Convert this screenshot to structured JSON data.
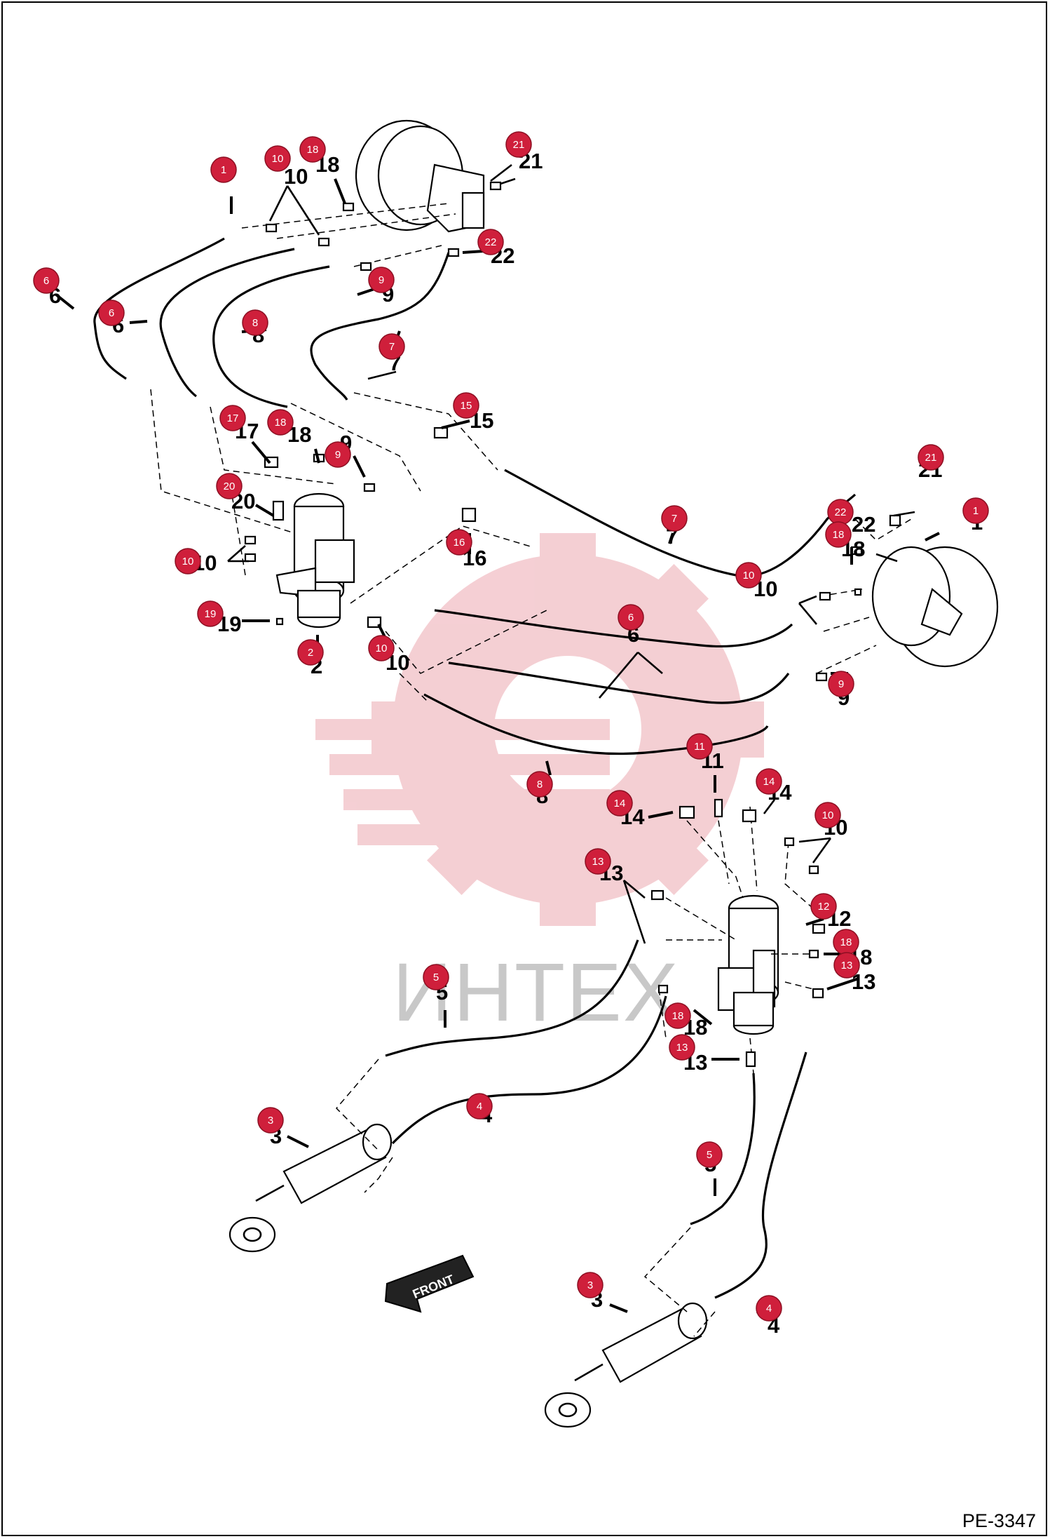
{
  "figure_code": "PE-3347",
  "watermark_text": "ИНТЕХ",
  "front_label": "FRONT",
  "colors": {
    "callout": "#cf1f3b",
    "watermark": "#f3c7cc",
    "line": "#000000"
  },
  "callouts": [
    {
      "id": "1",
      "number": "1"
    },
    {
      "id": "10",
      "number": "10"
    },
    {
      "id": "18",
      "number": "18"
    },
    {
      "id": "21",
      "number": "21"
    },
    {
      "id": "22",
      "number": "22"
    },
    {
      "id": "9",
      "number": "9"
    },
    {
      "id": "6",
      "number": "6"
    },
    {
      "id": "8",
      "number": "8"
    },
    {
      "id": "7",
      "number": "7"
    },
    {
      "id": "15",
      "number": "15"
    },
    {
      "id": "17",
      "number": "17"
    },
    {
      "id": "20",
      "number": "20"
    },
    {
      "id": "16",
      "number": "16"
    },
    {
      "id": "19",
      "number": "19"
    },
    {
      "id": "2",
      "number": "2"
    },
    {
      "id": "11",
      "number": "11"
    },
    {
      "id": "14",
      "number": "14"
    },
    {
      "id": "13",
      "number": "13"
    },
    {
      "id": "12",
      "number": "12"
    },
    {
      "id": "5",
      "number": "5"
    },
    {
      "id": "4",
      "number": "4"
    },
    {
      "id": "3",
      "number": "3"
    }
  ]
}
